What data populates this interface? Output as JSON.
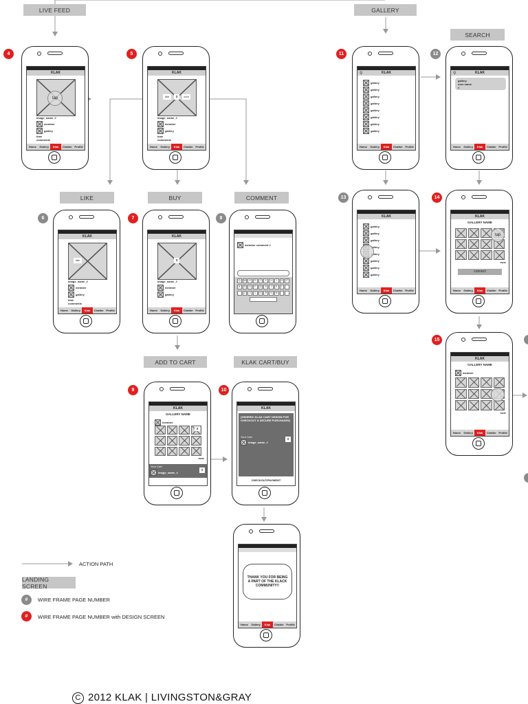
{
  "sections": {
    "live_feed": "LIVE FEED",
    "gallery": "GALLERY",
    "search": "SEARCH",
    "like": "LIKE",
    "buy": "BUY",
    "comment": "COMMENT",
    "add_to_cart": "ADD TO CART",
    "klak_cart_buy": "KLAK CART/BUY"
  },
  "badges": {
    "b4": "4",
    "b5": "5",
    "b6": "6",
    "b7": "7",
    "b8": "8",
    "b9": "9",
    "b10": "10",
    "b11": "11",
    "b12": "12",
    "b13": "13",
    "b14": "14",
    "b15": "15"
  },
  "app": {
    "title": "KLAK",
    "tabs": [
      "Home",
      "Gallery",
      "Klak",
      "Chatter",
      "Profile"
    ],
    "tap": "tap",
    "like_label": "like",
    "buy_label": "$",
    "comment_label": "com",
    "image_name": "image_name_#",
    "member": "member",
    "gallery": "gallery",
    "time": "time",
    "comments": "comments",
    "gallery_name": "GALLERY NAME",
    "more": "more",
    "connect": "connect",
    "search_results": [
      "gallery",
      "user name",
      "#"
    ],
    "gallery_list": [
      "gallery",
      "gallery",
      "gallery",
      "gallery",
      "gallery",
      "gallery",
      "gallery",
      "gallery"
    ],
    "comment_member": "member comment #",
    "keyboard_rows": [
      [
        "Q",
        "W",
        "E",
        "R",
        "T",
        "Y",
        "U",
        "I",
        "O",
        "P"
      ],
      [
        "A",
        "S",
        "D",
        "F",
        "G",
        "H",
        "J",
        "K",
        "L",
        ""
      ],
      [
        "",
        "Z",
        "X",
        "C",
        "V",
        "B",
        "N",
        "M",
        "",
        ""
      ]
    ],
    "cart_text": "(GENERIC KLAK CART DESIGN FOR CHECKOUT & SECURE PURCHASES)",
    "your_cart": "Your Cart",
    "checkout": "CHECKOUT/PAYMENT",
    "thank_you": "THANK YOU FOR BEING A PART OF THE KLACK COMMUNITY!!"
  },
  "legend": {
    "action_path": "ACTION PATH",
    "landing_screen": "LANDING SCREEN",
    "wf_number": "WIRE FRAME PAGE NUMBER",
    "wf_design": "WIRE FRAME PAGE NUMBER with DESIGN SCREEN",
    "hash": "#"
  },
  "footer": {
    "copyright_symbol": "C",
    "text": "2012 KLAK | LIVINGSTON&GRAY"
  },
  "colors": {
    "accent_red": "#e02020",
    "label_gray": "#c6c6c6",
    "badge_gray": "#8a8a8a"
  }
}
